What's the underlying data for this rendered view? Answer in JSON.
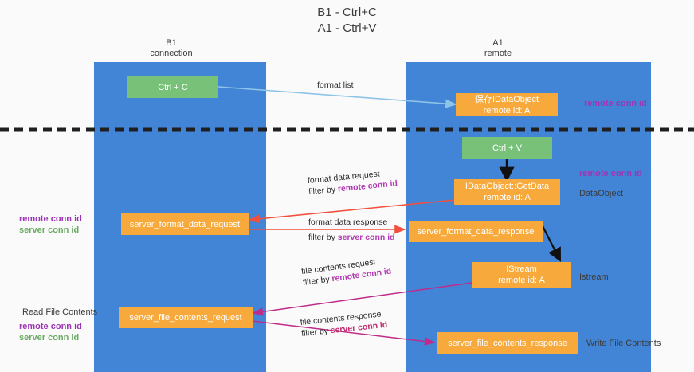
{
  "title": {
    "line1": "B1 - Ctrl+C",
    "line2": "A1 - Ctrl+V"
  },
  "columns": [
    {
      "id": "b1",
      "name": "B1",
      "role": "connection"
    },
    {
      "id": "a1",
      "name": "A1",
      "role": "remote"
    }
  ],
  "nodes": {
    "ctrl_c": {
      "line1": "Ctrl + C",
      "line2": "",
      "color": "#77c178"
    },
    "save_idataobject": {
      "line1": "保存IDataObject",
      "line2": "remote id: A",
      "color": "#f7a93b"
    },
    "ctrl_v": {
      "line1": "Ctrl + V",
      "line2": "",
      "color": "#77c178"
    },
    "idataobject_getdata": {
      "line1": "IDataObject::GetData",
      "line2": "remote id: A",
      "color": "#f7a93b"
    },
    "server_format_data_request": {
      "line1": "server_format_data_request",
      "line2": "",
      "color": "#f7a93b"
    },
    "server_format_data_response": {
      "line1": "server_format_data_response",
      "line2": "",
      "color": "#f7a93b"
    },
    "istream": {
      "line1": "IStream",
      "line2": "remote id: A",
      "color": "#f7a93b"
    },
    "server_file_contents_request": {
      "line1": "server_file_contents_request",
      "line2": "",
      "color": "#f7a93b"
    },
    "server_file_contents_response": {
      "line1": "server_file_contents_response",
      "line2": "",
      "color": "#f7a93b"
    }
  },
  "edge_labels": {
    "format_list": {
      "line1": "format list",
      "line2": "",
      "hl": ""
    },
    "format_data_request": {
      "line1": "format data request",
      "line2": "filter by ",
      "hl": "remote conn id"
    },
    "format_data_response": {
      "line1": "format data response",
      "line2": "filter by ",
      "hl": "server conn id"
    },
    "file_contents_request": {
      "line1": "file contents request",
      "line2": "filter by ",
      "hl": "remote conn id"
    },
    "file_contents_response": {
      "line1": "file contents response",
      "line2": "filter by ",
      "hl": "server conn id"
    }
  },
  "annotations": {
    "right_remote_conn_id_top": {
      "text": "remote conn id",
      "color": "#9c36b5"
    },
    "right_remote_conn_id_mid": {
      "text": "remote conn id",
      "color": "#9c36b5"
    },
    "right_dataobject": {
      "text": "DataObject",
      "color": "#3c3c3c"
    },
    "right_istream": {
      "text": "Istream",
      "color": "#3c3c3c"
    },
    "right_write_file_contents": {
      "text": "Write File Contents",
      "color": "#3c3c3c"
    },
    "left_remote_conn_id_mid": {
      "text": "remote conn id",
      "color": "#9c36b5"
    },
    "left_server_conn_id_mid": {
      "text": "server conn id",
      "color": "#6aaa64"
    },
    "left_read_file_contents": {
      "text": "Read File Contents",
      "color": "#3c3c3c"
    },
    "left_remote_conn_id_bot": {
      "text": "remote conn id",
      "color": "#9c36b5"
    },
    "left_server_conn_id_bot": {
      "text": "server conn id",
      "color": "#6aaa64"
    }
  },
  "colors": {
    "lane": "#4285d6",
    "node_orange": "#f7a93b",
    "node_green": "#77c178",
    "arrow_light_blue": "#8ec4e8",
    "arrow_red": "#f2503f",
    "arrow_black": "#111111",
    "arrow_magenta": "#c02a8a",
    "divider": "#1f1f1f",
    "background": "#fafafa"
  }
}
